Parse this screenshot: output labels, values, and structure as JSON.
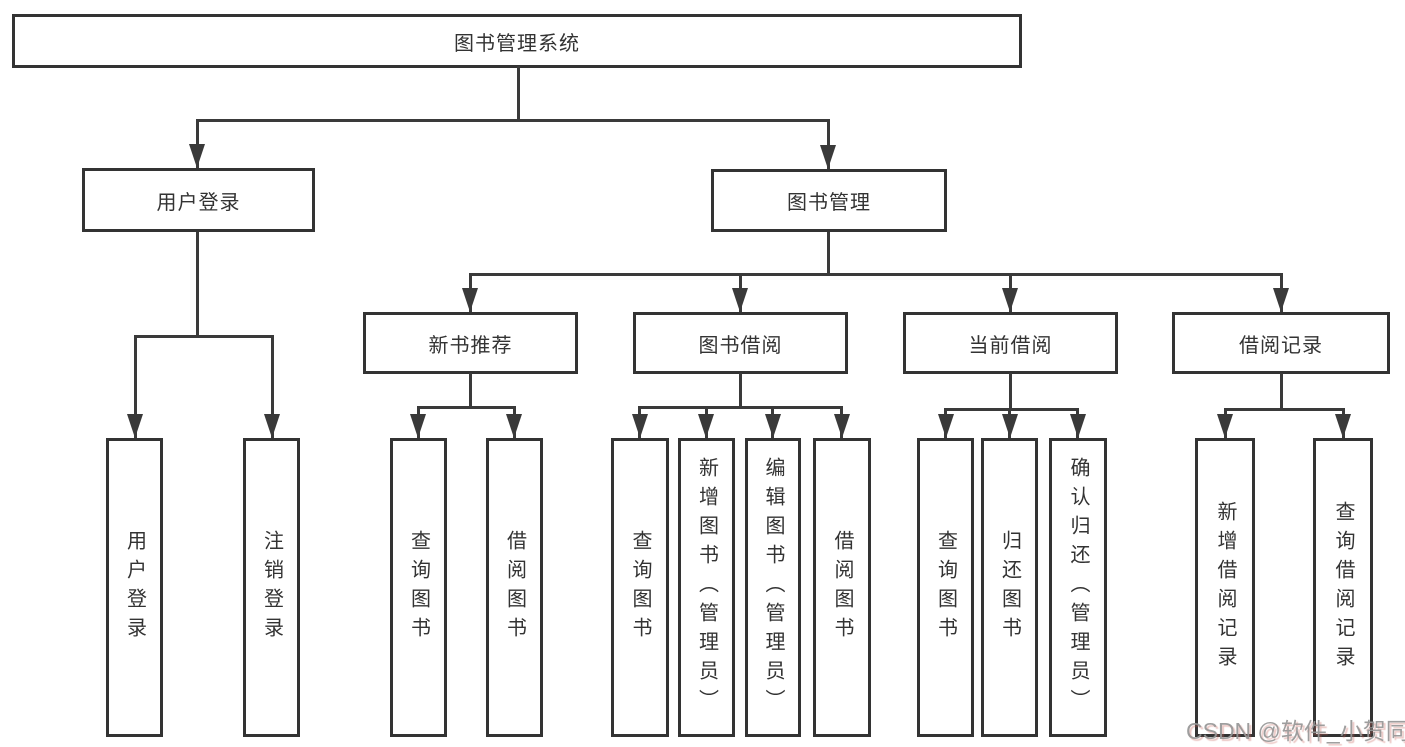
{
  "diagram": {
    "root": "图书管理系统",
    "level2": {
      "user_login": "用户登录",
      "book_mgmt": "图书管理"
    },
    "level3": {
      "new_book_rec": "新书推荐",
      "book_borrow": "图书借阅",
      "current_borrow": "当前借阅",
      "borrow_records": "借阅记录"
    },
    "leaves": {
      "user_login_leaf": "用户登录",
      "logout": "注销登录",
      "nbr_query": "查询图书",
      "nbr_borrow": "借阅图书",
      "bb_query": "查询图书",
      "bb_add": "新增图书（管理员）",
      "bb_edit": "编辑图书（管理员）",
      "bb_borrow": "借阅图书",
      "cb_query": "查询图书",
      "cb_return": "归还图书",
      "cb_confirm": "确认归还（管理员）",
      "br_add": "新增借阅记录",
      "br_query": "查询借阅记录"
    },
    "watermark": "CSDN @软件_小贺同学"
  },
  "colors": {
    "line": "#3a3a3a",
    "border": "#333333",
    "text": "#333333",
    "watermark_gray": "#969696",
    "watermark_shadow": "#c55e56"
  }
}
